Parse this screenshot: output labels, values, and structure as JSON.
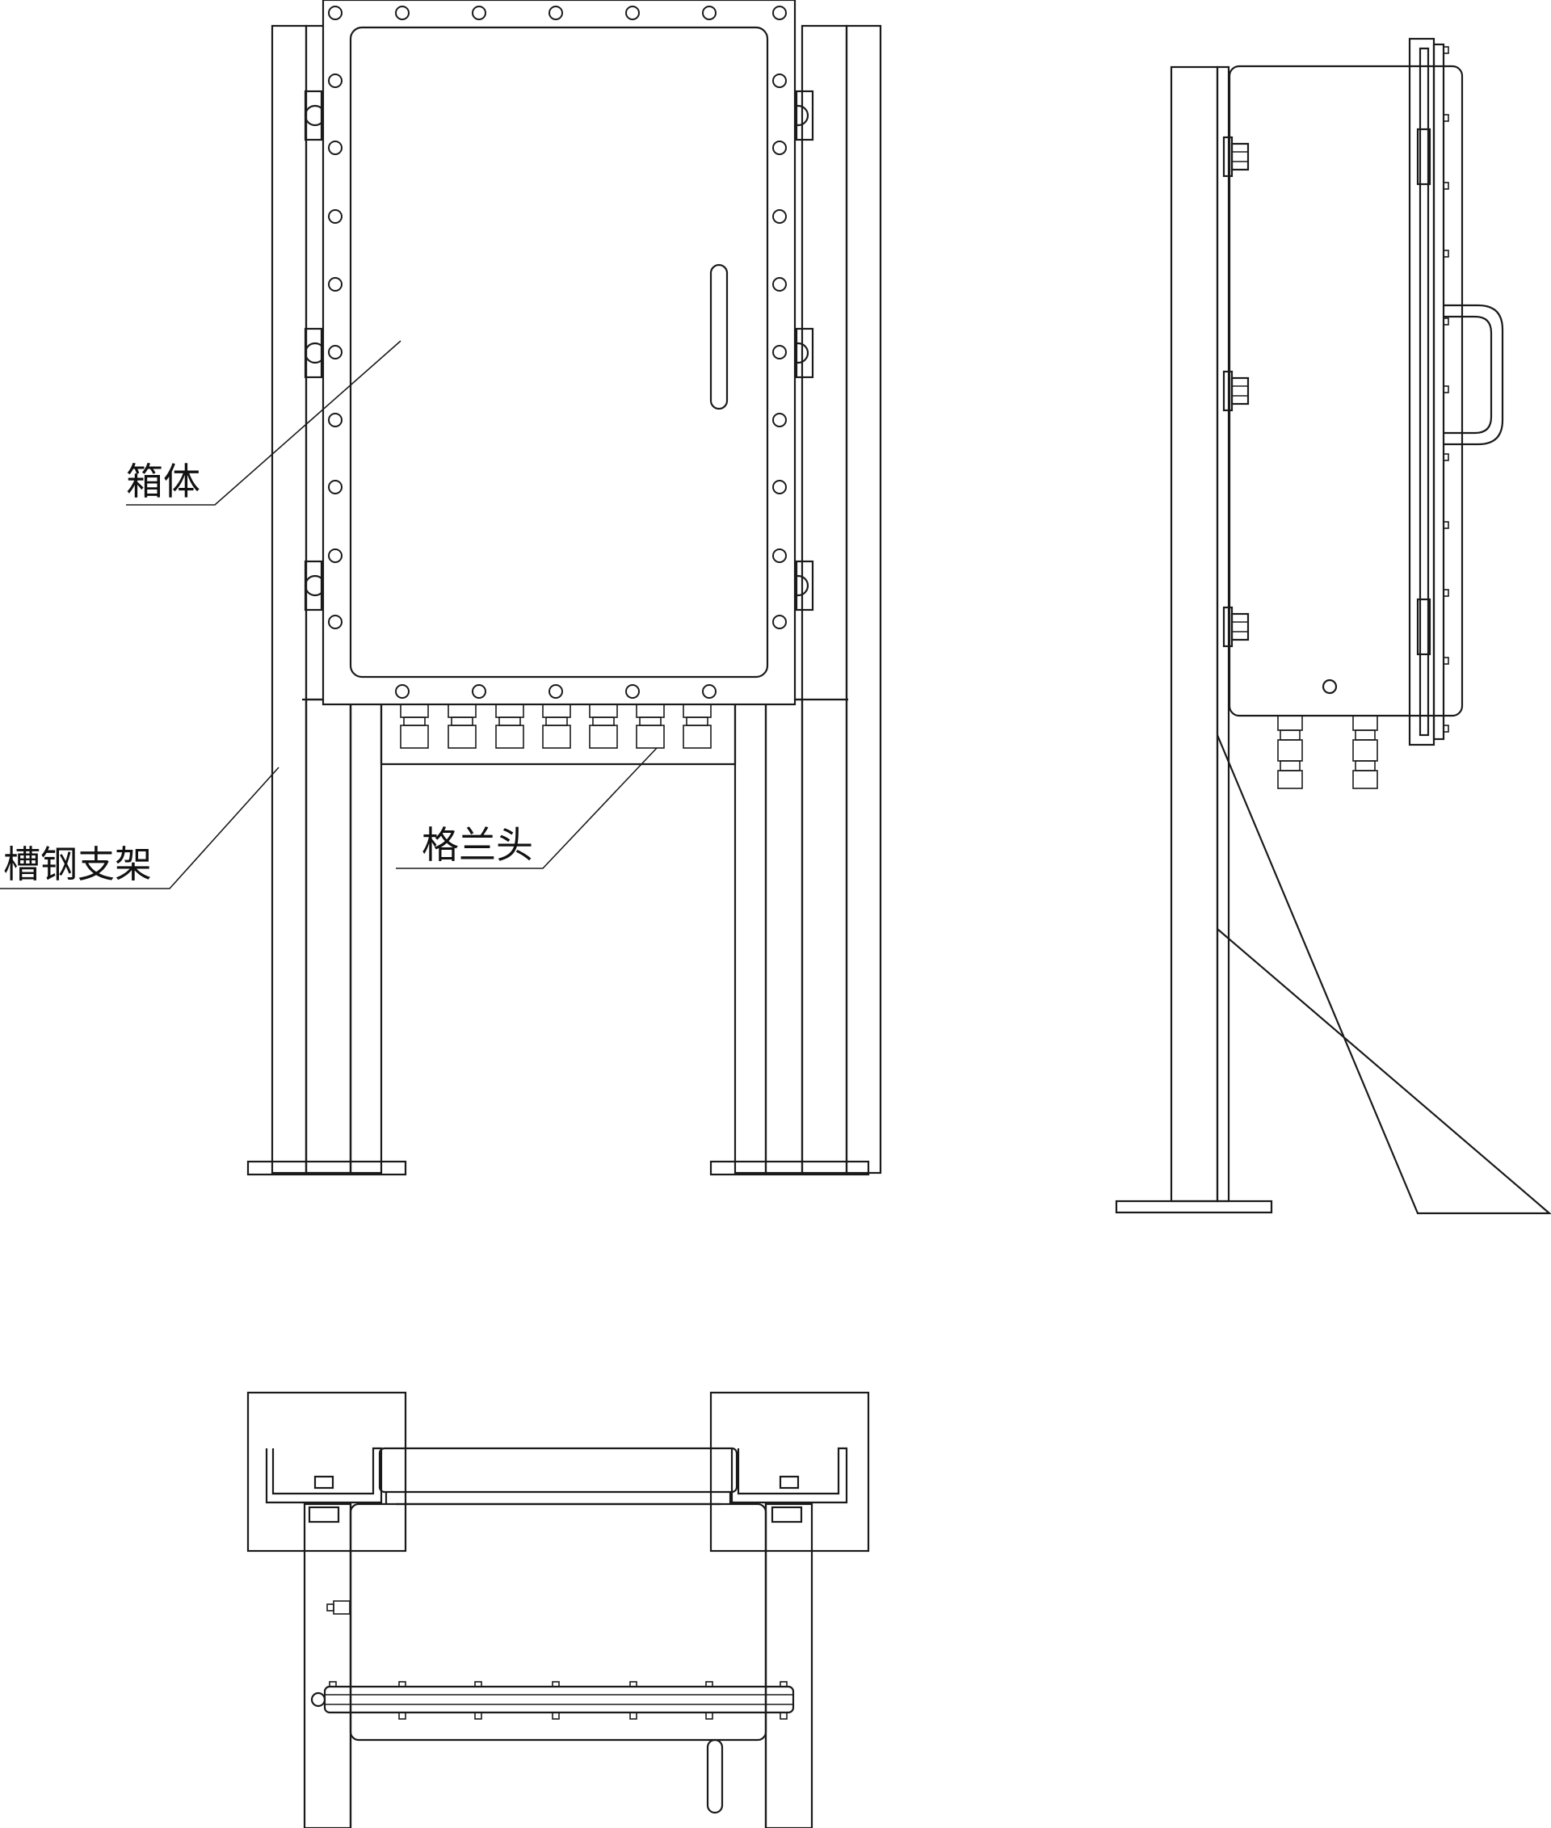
{
  "labels": {
    "box_body": "箱体",
    "channel_steel_bracket": "槽钢支架",
    "cable_gland": "格兰头"
  },
  "colors": {
    "line": "#1a1a1a",
    "background": "#ffffff"
  }
}
